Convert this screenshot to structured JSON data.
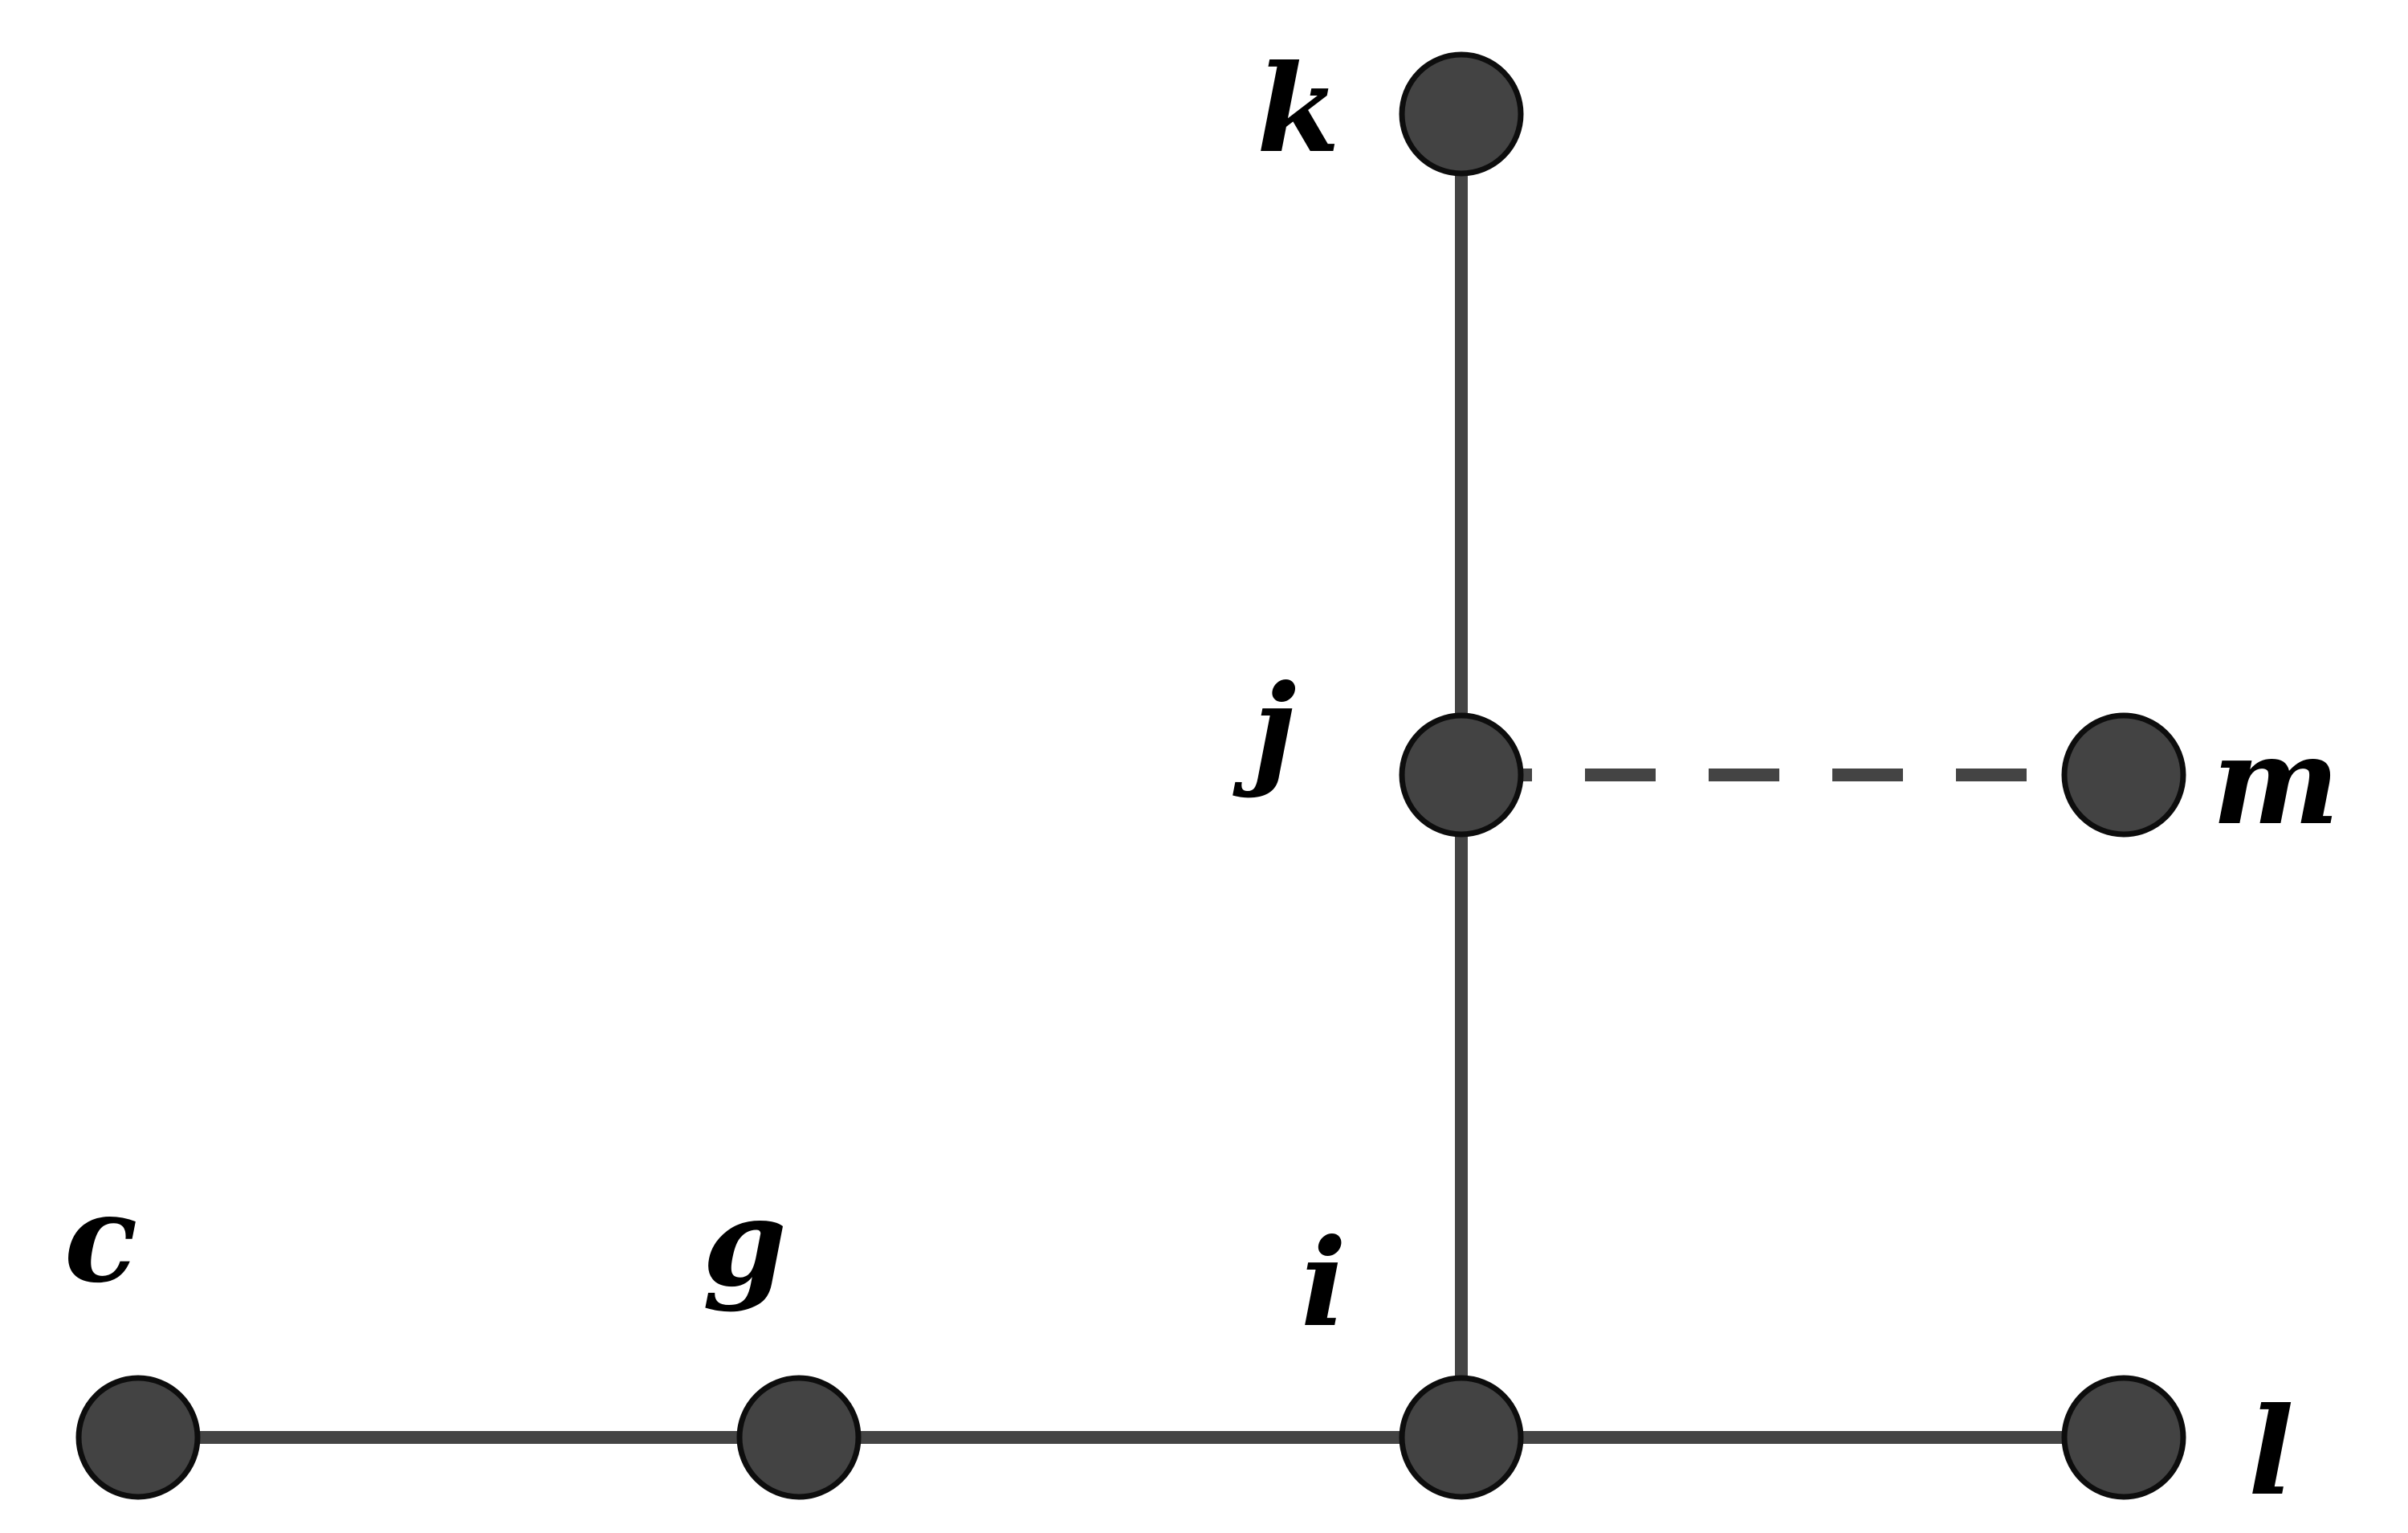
{
  "graph": {
    "nodes": [
      {
        "id": "k",
        "label": "k"
      },
      {
        "id": "j",
        "label": "j"
      },
      {
        "id": "m",
        "label": "m"
      },
      {
        "id": "c",
        "label": "c"
      },
      {
        "id": "g",
        "label": "g"
      },
      {
        "id": "i",
        "label": "i"
      },
      {
        "id": "l",
        "label": "l"
      }
    ],
    "edges": [
      {
        "from": "k",
        "to": "j",
        "style": "solid"
      },
      {
        "from": "j",
        "to": "i",
        "style": "solid"
      },
      {
        "from": "j",
        "to": "m",
        "style": "dashed"
      },
      {
        "from": "c",
        "to": "g",
        "style": "solid"
      },
      {
        "from": "g",
        "to": "i",
        "style": "solid"
      },
      {
        "from": "i",
        "to": "l",
        "style": "solid"
      }
    ],
    "colors": {
      "node_fill": "#434343",
      "edge": "#444444",
      "label": "#000000"
    }
  }
}
